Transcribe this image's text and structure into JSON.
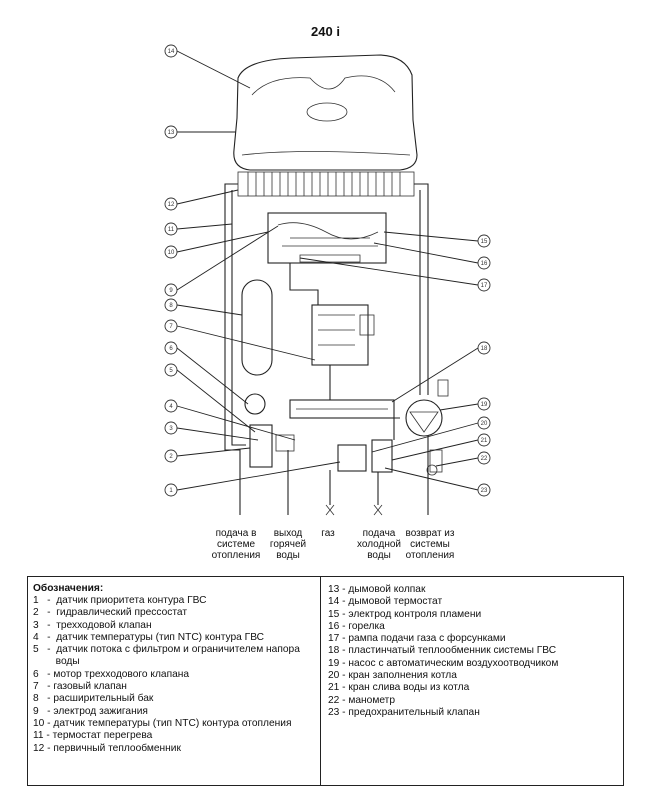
{
  "title": "240 i",
  "callouts": [
    "14",
    "13",
    "12",
    "11",
    "10",
    "9",
    "8",
    "7",
    "6",
    "5",
    "4",
    "3",
    "2",
    "1",
    "15",
    "16",
    "17",
    "18",
    "19",
    "20",
    "21",
    "22",
    "23"
  ],
  "bottom_labels": {
    "heating_flow": "подача в системе отопления",
    "hot_water_out": "выход горячей воды",
    "gas": "газ",
    "cold_water_in": "подача холодной воды",
    "heating_return": "возврат из системы отопления"
  },
  "legend": {
    "title": "Обозначения:",
    "left": [
      "1   -  датчик приоритета контура ГВС",
      "2   -  гидравлический прессостат",
      "3   -  трехходовой клапан",
      "4   -  датчик температуры (тип NTC) контура ГВС",
      "5   -  датчик потока с фильтром и ограничителем напора\n        воды",
      "6   - мотор трехходового клапана",
      "7   - газовый клапан",
      "8   - расширительный бак",
      "9   - электрод зажигания",
      "10 - датчик температуры (тип NTC) контура отопления",
      "11 - термостат перегрева",
      "12 - первичный теплообменник"
    ],
    "right": [
      "13 - дымовой колпак",
      "14 - дымовой термостат",
      "15 - электрод контроля пламени",
      "16 - горелка",
      "17 - рампа подачи газа с форсунками",
      "18 - пластинчатый теплообменник системы ГВС",
      "19 - насос с автоматическим воздухоотводчиком",
      "20 - кран заполнения котла",
      "21 - кран слива воды из котла",
      "22 - манометр",
      "23 - предохранительный клапан"
    ]
  }
}
